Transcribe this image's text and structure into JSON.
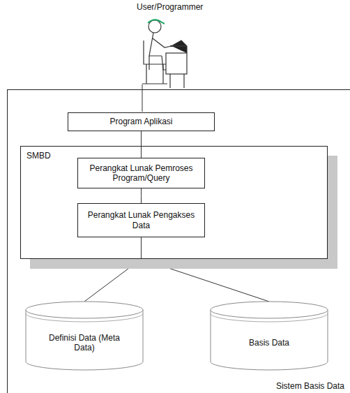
{
  "diagram": {
    "nodes": [
      {
        "text": [
          "Sistem Basis Data"
        ]
      },
      {
        "text": [
          "Program Aplikasi"
        ],
        "in": 0
      },
      {
        "text": [
          "SMBD"
        ],
        "in": 0
      },
      {
        "text": [
          "Perangkat Lunak Pemroses Program/Query"
        ],
        "in": 2
      },
      {
        "text": [
          "Perangkat Lunak Pengakses Data"
        ],
        "in": 2
      },
      {
        "text": [
          "Definisi Data (Meta Data)"
        ],
        "in": 0
      },
      {
        "text": [
          "Basis Data"
        ],
        "in": 0
      }
    ],
    "edges": [
      {
        "from": 1,
        "to": 3,
        "arrow": "none"
      },
      {
        "from": 3,
        "to": 4,
        "arrow": "none"
      },
      {
        "from": 4,
        "to": 5,
        "arrow": "none"
      },
      {
        "from": 4,
        "to": 6,
        "arrow": "none"
      }
    ],
    "labels": [
      "User/Programmer"
    ]
  }
}
